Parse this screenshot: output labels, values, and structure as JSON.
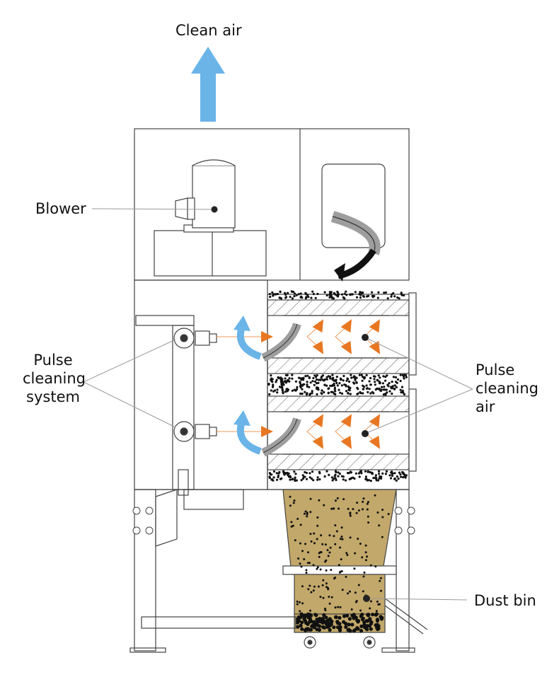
{
  "labels": {
    "clean_air": "Clean air",
    "blower": "Blower",
    "pulse_system": [
      "Pulse",
      "cleaning",
      "system"
    ],
    "pulse_air": [
      "Pulse",
      "cleaning",
      "air"
    ],
    "dust_bin": "Dust bin"
  },
  "colors": {
    "clean_air_arrow": "#6ab4e8",
    "pulse_arrow": "#e87722",
    "dust": "#c2a86a",
    "dust_particle": "#111111",
    "line": "#444444",
    "return_air_arrow": "#9e9e9e"
  },
  "icons": [
    "blower-motor",
    "pulse-valve",
    "filter-cartridge",
    "dust-bin",
    "caster-wheel"
  ]
}
